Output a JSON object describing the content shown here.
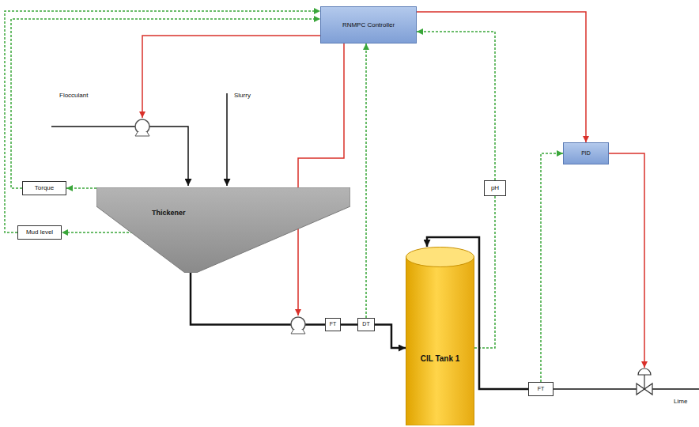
{
  "diagram": {
    "nodes": [
      {
        "text": [
          "RNMPC Controller"
        ]
      },
      {
        "text": [
          "Torque"
        ]
      },
      {
        "text": [
          "Mud level"
        ]
      },
      {
        "text": [
          "Thickener"
        ]
      },
      {
        "text": [
          "FT"
        ]
      },
      {
        "text": [
          "DT"
        ]
      },
      {
        "text": [
          "CIL Tank 1"
        ]
      },
      {
        "text": [
          "pH"
        ]
      },
      {
        "text": [
          "PID"
        ]
      },
      {
        "text": [
          "FT"
        ]
      }
    ],
    "edges": [
      {
        "from": 3,
        "to": 1,
        "arrow": "to"
      },
      {
        "from": 3,
        "to": 2,
        "arrow": "to"
      },
      {
        "from": 1,
        "to": 0,
        "arrow": "to"
      },
      {
        "from": 2,
        "to": 0,
        "arrow": "to"
      },
      {
        "from": 3,
        "to": 4,
        "arrow": "none"
      },
      {
        "from": 4,
        "to": 5,
        "arrow": "none"
      },
      {
        "from": 5,
        "to": 6,
        "arrow": "to"
      },
      {
        "from": 5,
        "to": 0,
        "arrow": "to"
      },
      {
        "from": 6,
        "to": 7,
        "arrow": "none"
      },
      {
        "from": 7,
        "to": 0,
        "arrow": "to"
      },
      {
        "from": 0,
        "to": 8,
        "arrow": "to"
      },
      {
        "from": 9,
        "to": 8,
        "arrow": "to"
      },
      {
        "from": 9,
        "to": 6,
        "arrow": "to"
      }
    ],
    "labels": [
      "Flocculant",
      "Slurry",
      "Lime"
    ]
  }
}
